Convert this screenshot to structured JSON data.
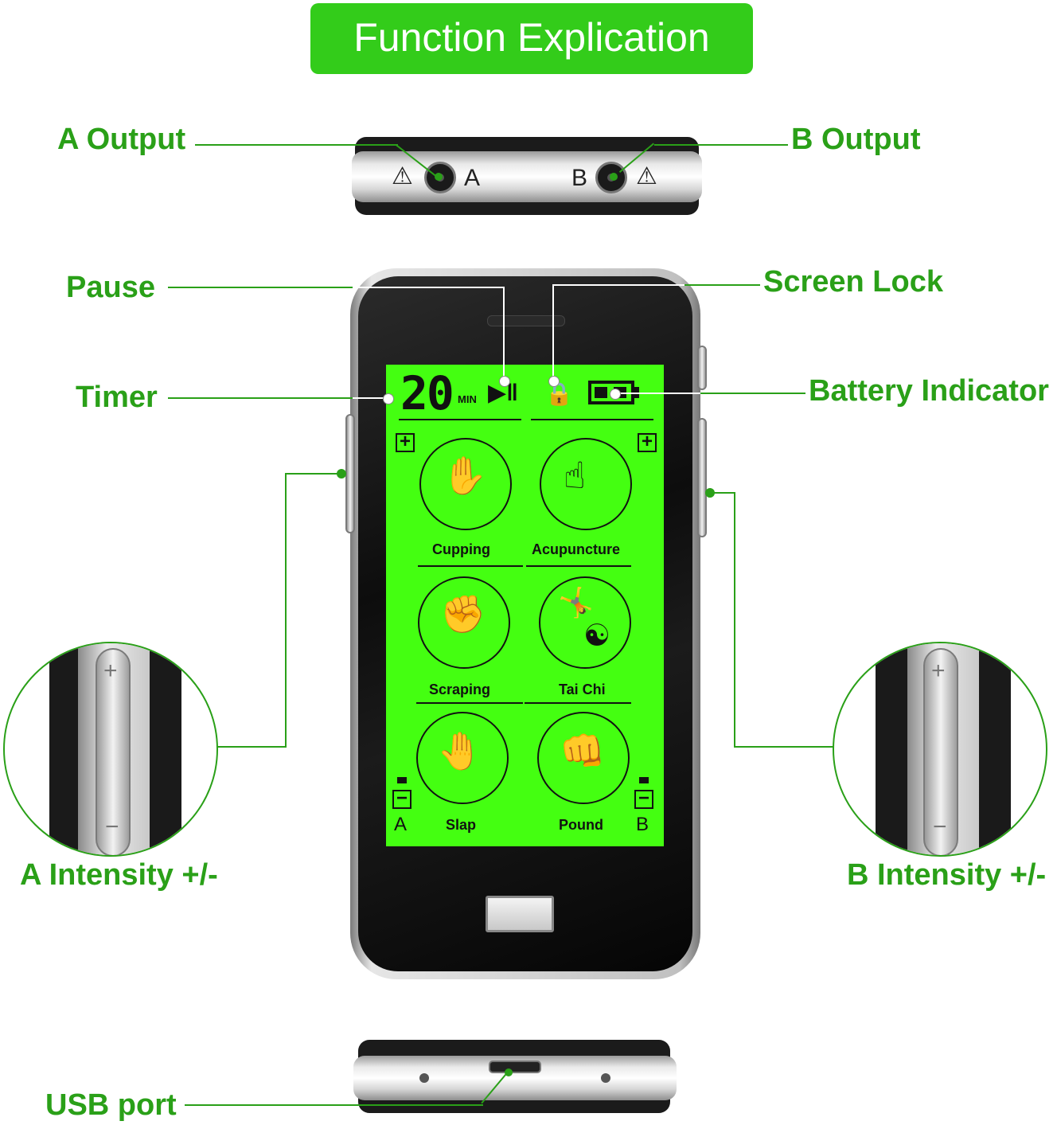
{
  "title": "Function Explication",
  "labels": {
    "a_output": "A Output",
    "b_output": "B Output",
    "pause": "Pause",
    "screen_lock": "Screen Lock",
    "timer": "Timer",
    "battery_indicator": "Battery Indicator",
    "a_intensity": "A Intensity +/-",
    "b_intensity": "B Intensity +/-",
    "usb_port": "USB port"
  },
  "edge": {
    "channel_a": "A",
    "channel_b": "B"
  },
  "screen": {
    "timer_value": "20",
    "timer_unit": "MIN",
    "modes": [
      "Cupping",
      "Acupuncture",
      "Scraping",
      "Tai Chi",
      "Slap",
      "Pound"
    ],
    "channel_a": "A",
    "channel_b": "B"
  },
  "colors": {
    "accent": "#33cc1a",
    "label": "#2aa018",
    "lcd": "#44ff11"
  }
}
